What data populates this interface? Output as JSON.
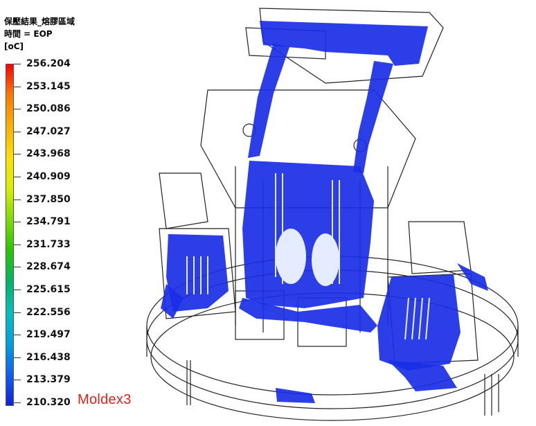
{
  "legend": {
    "title": "保壓結果_熔膠區域",
    "time_label": "時間 = EOP",
    "unit": "[oC]",
    "values": [
      "256.204",
      "253.145",
      "250.086",
      "247.027",
      "243.968",
      "240.909",
      "237.850",
      "234.791",
      "231.733",
      "228.674",
      "225.615",
      "222.556",
      "219.497",
      "216.438",
      "213.379",
      "210.320"
    ],
    "gradient_top_to_bottom": [
      "#ff0000",
      "#ff7a00",
      "#ffb000",
      "#ffe000",
      "#d8f000",
      "#7fdc00",
      "#26c800",
      "#00b468",
      "#00c0c0",
      "#00a0e0",
      "#1060f0",
      "#1020e0"
    ]
  },
  "brand": "Moldex3",
  "colors": {
    "melt": "#1a2ee6",
    "outline": "#222222"
  }
}
